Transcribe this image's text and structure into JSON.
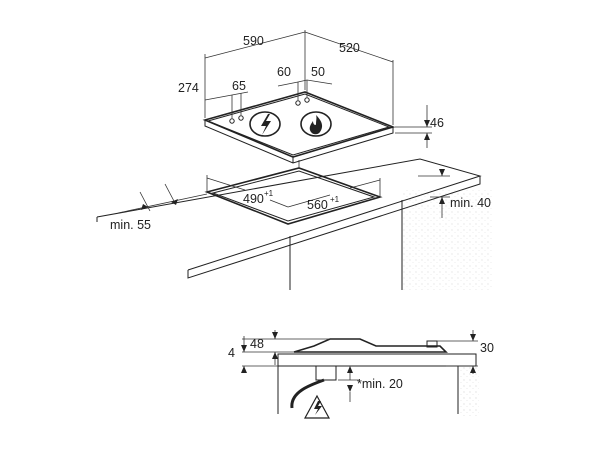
{
  "hob_top_view": {
    "width": "590",
    "depth": "520",
    "left_offset": "274",
    "control_offset": "65",
    "dim_60": "60",
    "dim_50": "50",
    "height": "46"
  },
  "cutout": {
    "depth": "490",
    "depth_tol": "+1",
    "width": "560",
    "width_tol": "+1",
    "min_back": "min. 40",
    "min_front": "min. 55"
  },
  "section_view": {
    "dim_48": "48",
    "dim_4": "4",
    "dim_30": "30",
    "min_below": "*min. 20"
  }
}
